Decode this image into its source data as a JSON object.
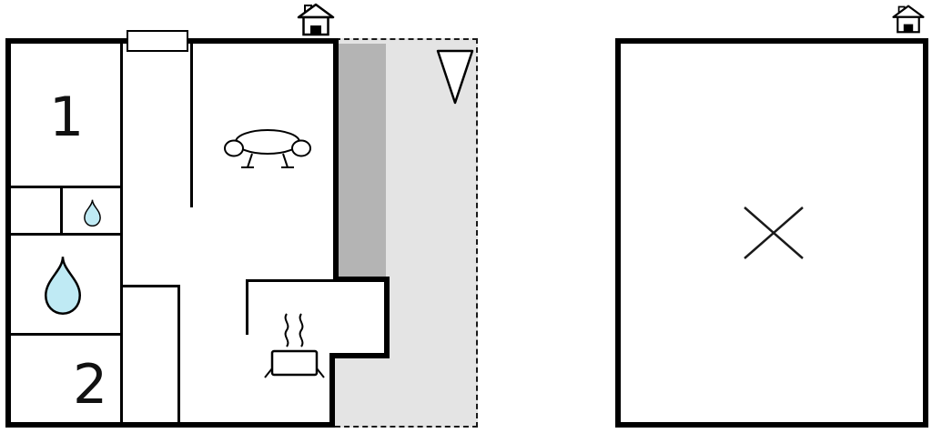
{
  "plan": {
    "rooms": {
      "room1_label": "1",
      "room2_label": "2"
    },
    "colors": {
      "wall": "#000000",
      "background": "#ffffff",
      "terrace_fill": "#e4e4e4",
      "covered_strip_fill": "#b4b4b4",
      "water_fill": "#bfeaf4"
    },
    "icons": {
      "left_unit_entrance": "house-icon",
      "right_unit_entrance": "house-icon",
      "orientation": "north-arrow-triangle-down",
      "living_room": "sofa-icon",
      "kitchen": "pot-with-steam-icon",
      "bathroom": "water-drop-large-icon",
      "washbasin": "water-drop-small-icon",
      "annex_marking": "x-mark",
      "window": "window-symbol"
    }
  }
}
